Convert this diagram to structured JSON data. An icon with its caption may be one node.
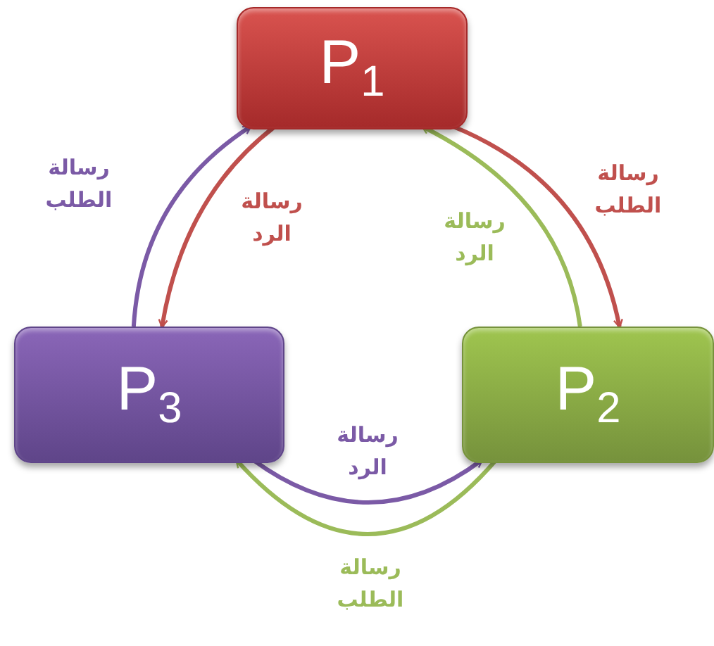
{
  "diagram": {
    "nodes": [
      {
        "text": [
          "P$_{1}$"
        ]
      },
      {
        "text": [
          "P$_{2}$"
        ]
      },
      {
        "text": [
          "P$_{3}$"
        ]
      }
    ],
    "edges": [
      {
        "from": 2,
        "to": 0,
        "arrow": "to",
        "label": "رسالة الطلب",
        "color": "#7b5aa6"
      },
      {
        "from": 0,
        "to": 2,
        "arrow": "to",
        "label": "رسالة الرد",
        "color": "#c0504d"
      },
      {
        "from": 0,
        "to": 1,
        "arrow": "to",
        "label": "رسالة الطلب",
        "color": "#c0504d"
      },
      {
        "from": 1,
        "to": 0,
        "arrow": "to",
        "label": "رسالة الرد",
        "color": "#9bbb59"
      },
      {
        "from": 2,
        "to": 1,
        "arrow": "to",
        "label": "رسالة الرد",
        "color": "#7b5aa6"
      },
      {
        "from": 1,
        "to": 2,
        "arrow": "to",
        "label": "رسالة الطلب",
        "color": "#9bbb59"
      }
    ]
  }
}
